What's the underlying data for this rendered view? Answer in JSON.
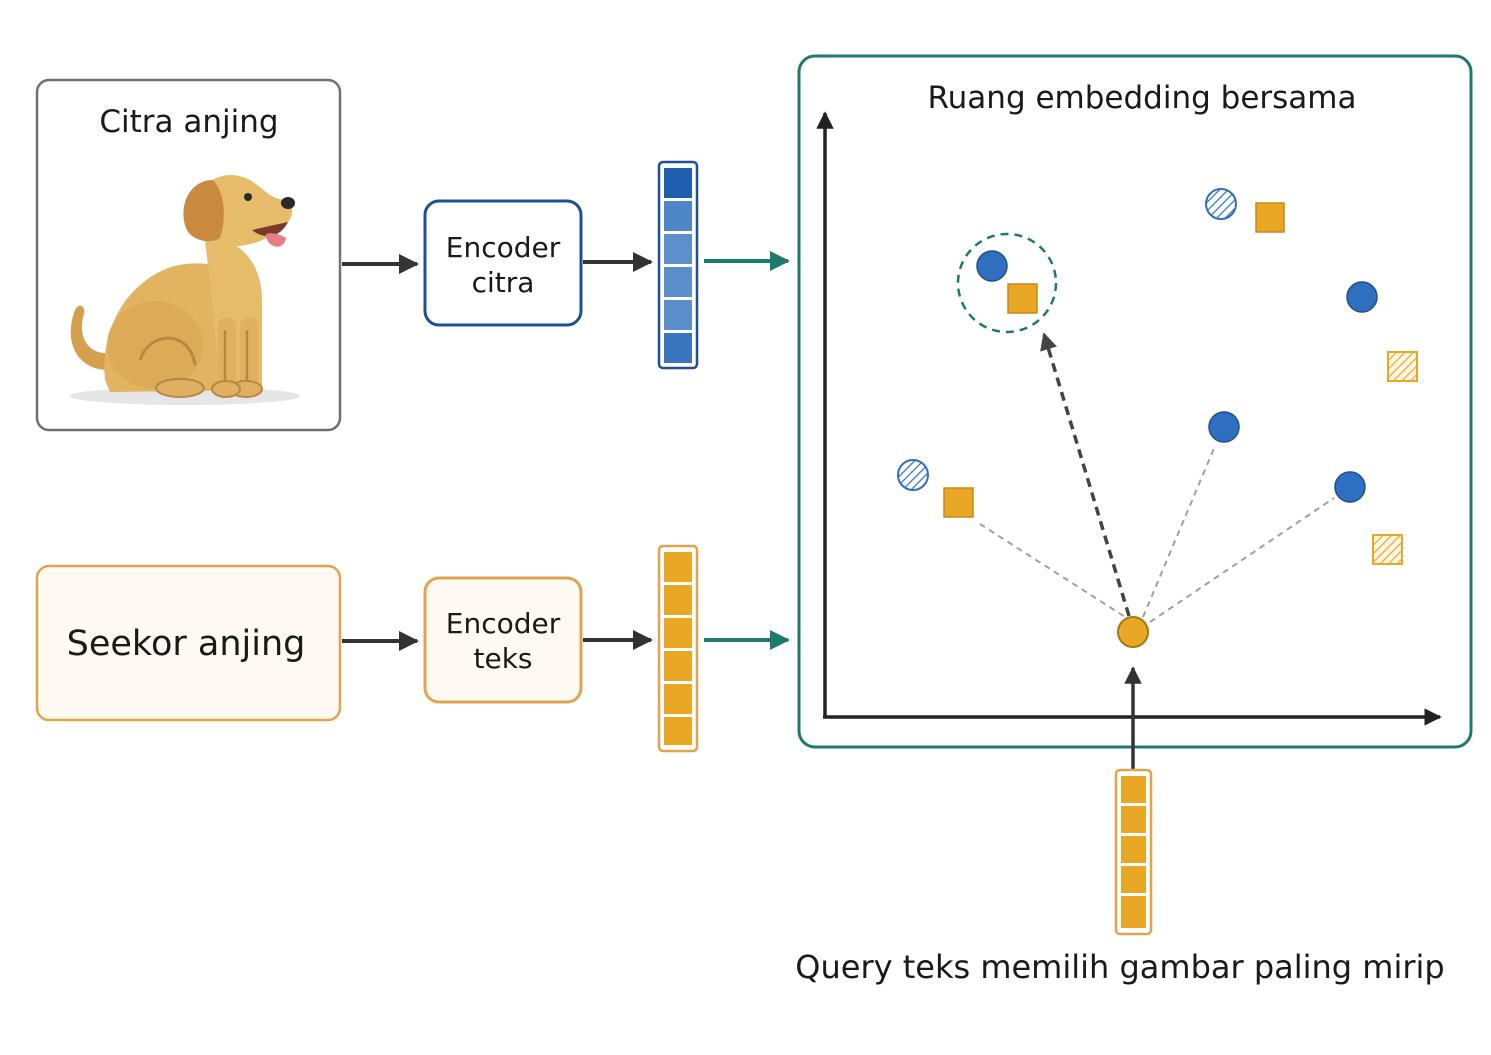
{
  "image_panel": {
    "title": "Citra anjing"
  },
  "text_panel": {
    "text": "Seekor anjing"
  },
  "image_encoder": {
    "line1": "Encoder",
    "line2": "citra"
  },
  "text_encoder": {
    "line1": "Encoder",
    "line2": "teks"
  },
  "embedding_space": {
    "title": "Ruang embedding bersama"
  },
  "caption": "Query teks memilih gambar paling mirip",
  "colors": {
    "image_blue": "#2f6fc0",
    "text_gold": "#e8a825",
    "teal": "#1f7a6e",
    "arrow_dark": "#333333",
    "text_panel_border": "#e0a450",
    "text_panel_fill": "#fffaf1"
  },
  "legend_icons": [
    "image-embedding-circle",
    "text-embedding-square",
    "hatched-circle",
    "hatched-square",
    "query-text-point"
  ]
}
